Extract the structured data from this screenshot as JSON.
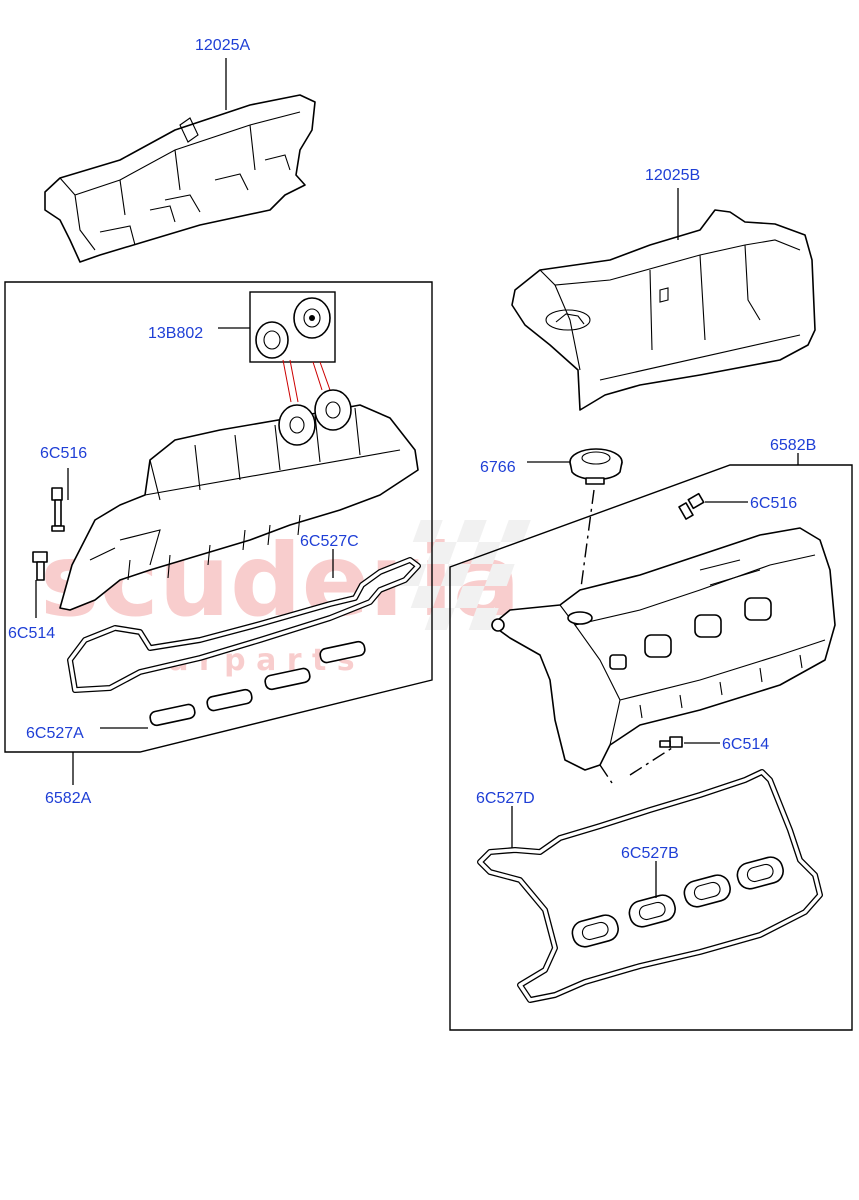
{
  "watermark": {
    "brand": "scuderia",
    "sub": "c a r   p a r t s",
    "color": "#f3a6a6"
  },
  "labels": {
    "cover_upper_left": "12025A",
    "cover_upper_right": "12025B",
    "filter_cap": "13B802",
    "stud_left": "6C516",
    "bolt_left": "6C514",
    "gasket_left_outer": "6C527C",
    "gasket_left_inner": "6C527A",
    "assembly_left": "6582A",
    "oil_cap": "6766",
    "assembly_right": "6582B",
    "stud_right": "6C516",
    "bolt_right": "6C514",
    "gasket_right_outer": "6C527D",
    "gasket_right_inner": "6C527B"
  },
  "colors": {
    "label": "#1f3fd6",
    "line": "#000000",
    "highlight": "#cc0000"
  }
}
